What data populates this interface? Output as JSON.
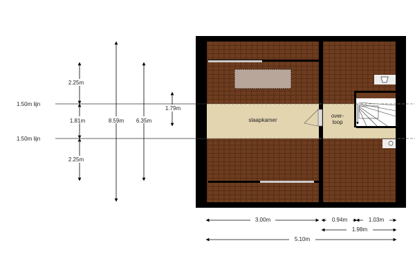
{
  "rooms": {
    "bedroom": "slaapkamer",
    "landing_line1": "over-",
    "landing_line2": "loop"
  },
  "height_lines": {
    "upper": "1.50m lijn",
    "lower": "1.50m lijn"
  },
  "vertical_dimensions": {
    "top_slope": "2.25m",
    "middle": "1.81m",
    "bottom_slope": "2.25m",
    "total": "8.59m",
    "inner": "6.35m",
    "stair_opening": "1.79m"
  },
  "horizontal_dimensions": {
    "bedroom_width": "3.00m",
    "landing_width": "0.94m",
    "stair_width": "1.03m",
    "right_total": "1.98m",
    "overall": "5.10m"
  },
  "colors": {
    "roof": "#6b3a1f",
    "floor": "#e3d5b0",
    "wall": "#000000"
  }
}
